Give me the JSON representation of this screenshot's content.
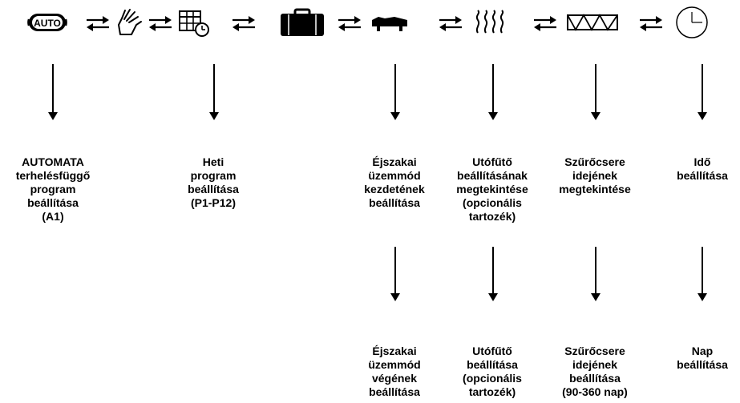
{
  "mode_icons": [
    {
      "id": "auto",
      "icon": "auto-mode-icon",
      "text": "AUTO"
    },
    {
      "id": "manual",
      "icon": "hand-icon"
    },
    {
      "id": "weekly",
      "icon": "calendar-clock-icon"
    },
    {
      "id": "away",
      "icon": "suitcase-icon"
    },
    {
      "id": "night",
      "icon": "bed-icon"
    },
    {
      "id": "heater",
      "icon": "heat-waves-icon"
    },
    {
      "id": "filter",
      "icon": "filter-icon"
    },
    {
      "id": "clock",
      "icon": "clock-icon"
    }
  ],
  "labels_top": {
    "auto": [
      "AUTOMATA",
      "terhelésfüggő",
      "program",
      "beállítása",
      "(A1)"
    ],
    "weekly": [
      "Heti",
      "program",
      "beállítása",
      "(P1-P12)"
    ],
    "night": [
      "Éjszakai",
      "üzemmód",
      "kezdetének",
      "beállítása"
    ],
    "heater": [
      "Utófűtő",
      "beállításának",
      "megtekintése",
      "(opcionális",
      "tartozék)"
    ],
    "filter": [
      "Szűrőcsere",
      "idejének",
      "megtekintése"
    ],
    "clock": [
      "Idő",
      "beállítása"
    ]
  },
  "labels_bottom": {
    "night": [
      "Éjszakai",
      "üzemmód",
      "végének",
      "beállítása"
    ],
    "heater": [
      "Utófűtő",
      "beállítása",
      "(opcionális",
      "tartozék)"
    ],
    "filter": [
      "Szűrőcsere",
      "idejének",
      "beállítása",
      "(90-360 nap)"
    ],
    "clock": [
      "Nap",
      "beállítása"
    ]
  }
}
